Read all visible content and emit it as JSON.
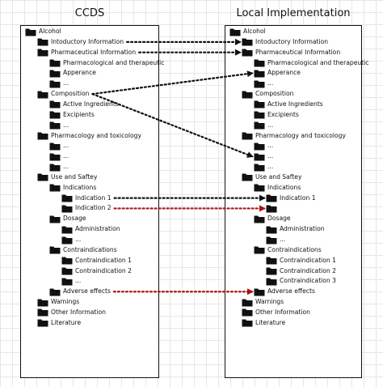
{
  "titles": {
    "left": "CCDS",
    "right": "Local Implementation"
  },
  "left_tree": [
    {
      "label": "Alcohol",
      "level": 0
    },
    {
      "label": "Intoductory Information",
      "level": 1
    },
    {
      "label": "Pharmaceutical Information",
      "level": 1
    },
    {
      "label": "Pharmacological and therapeutic",
      "level": 2
    },
    {
      "label": "Apperance",
      "level": 2
    },
    {
      "label": "...",
      "level": 2
    },
    {
      "label": "Composition",
      "level": 1
    },
    {
      "label": "Active Ingredients",
      "level": 2
    },
    {
      "label": "Excipients",
      "level": 2
    },
    {
      "label": "...",
      "level": 2
    },
    {
      "label": "Pharmacology and toxicology",
      "level": 1
    },
    {
      "label": "...",
      "level": 2
    },
    {
      "label": "...",
      "level": 2
    },
    {
      "label": "...",
      "level": 2
    },
    {
      "label": "Use and Saftey",
      "level": 1
    },
    {
      "label": "Indications",
      "level": 2
    },
    {
      "label": "Indication 1",
      "level": 3
    },
    {
      "label": "Indication 2",
      "level": 3
    },
    {
      "label": "Dosage",
      "level": 2
    },
    {
      "label": "Administration",
      "level": 3
    },
    {
      "label": "...",
      "level": 3
    },
    {
      "label": "Contraindications",
      "level": 2
    },
    {
      "label": "Contraindication 1",
      "level": 3
    },
    {
      "label": "Contraindication 2",
      "level": 3
    },
    {
      "label": "...",
      "level": 3
    },
    {
      "label": "Adverse effects",
      "level": 2
    },
    {
      "label": "Warnings",
      "level": 1
    },
    {
      "label": "Other Information",
      "level": 1
    },
    {
      "label": "Literature",
      "level": 1
    }
  ],
  "right_tree": [
    {
      "label": "Alcohol",
      "level": 0
    },
    {
      "label": "Intoductory Information",
      "level": 1
    },
    {
      "label": "Pharmaceutical Information",
      "level": 1
    },
    {
      "label": "Pharmacological and therapeutic",
      "level": 2
    },
    {
      "label": "Apperance",
      "level": 2
    },
    {
      "label": "...",
      "level": 2
    },
    {
      "label": "Composition",
      "level": 1
    },
    {
      "label": "Active Ingredients",
      "level": 2
    },
    {
      "label": "Excipients",
      "level": 2
    },
    {
      "label": "...",
      "level": 2
    },
    {
      "label": "Pharmacology and toxicology",
      "level": 1
    },
    {
      "label": "...",
      "level": 2
    },
    {
      "label": "...",
      "level": 2
    },
    {
      "label": "...",
      "level": 2
    },
    {
      "label": "Use and Saftey",
      "level": 1
    },
    {
      "label": "Indications",
      "level": 2
    },
    {
      "label": "Indication 1",
      "level": 3
    },
    {
      "label": "",
      "level": 3
    },
    {
      "label": "Dosage",
      "level": 2
    },
    {
      "label": "Administration",
      "level": 3
    },
    {
      "label": "...",
      "level": 3
    },
    {
      "label": "Contraindications",
      "level": 2
    },
    {
      "label": "Contraindication 1",
      "level": 3
    },
    {
      "label": "Contraindication 2",
      "level": 3
    },
    {
      "label": "Contraindication 3",
      "level": 3
    },
    {
      "label": "Adverse effects",
      "level": 2
    },
    {
      "label": "Warnings",
      "level": 1
    },
    {
      "label": "Other Information",
      "level": 1
    },
    {
      "label": "Literature",
      "level": 1
    }
  ],
  "mappings": [
    {
      "from": 1,
      "to": 1,
      "color": "#111111"
    },
    {
      "from": 2,
      "to": 2,
      "color": "#111111"
    },
    {
      "from": 6,
      "to": 4,
      "color": "#111111"
    },
    {
      "from": 6,
      "to": 12,
      "color": "#111111"
    },
    {
      "from": 16,
      "to": 16,
      "color": "#111111"
    },
    {
      "from": 17,
      "to": 17,
      "color": "#b01010"
    },
    {
      "from": 25,
      "to": 25,
      "color": "#b01010"
    }
  ],
  "colors": {
    "folder": "#111111",
    "border": "#111111"
  }
}
